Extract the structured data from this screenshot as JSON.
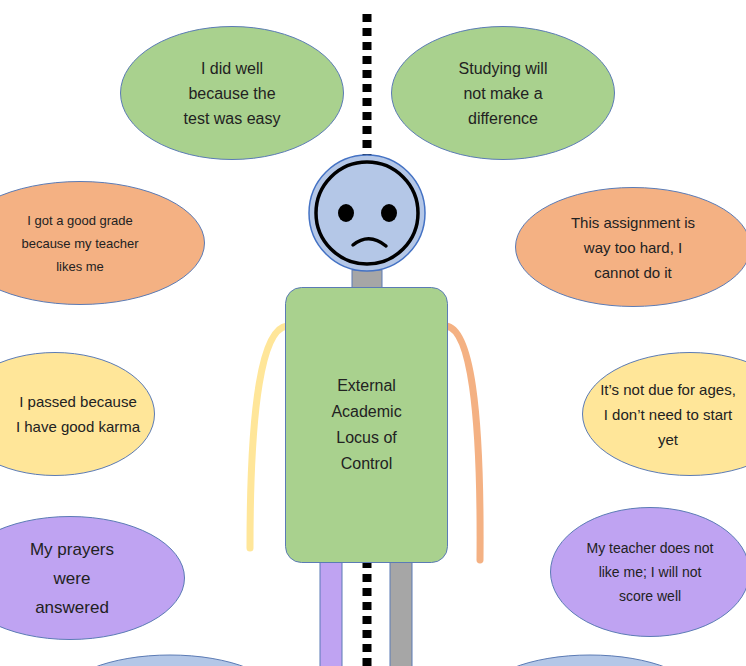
{
  "diagram": {
    "nodes": [
      {
        "text": [
          "I did well because the test was easy"
        ]
      },
      {
        "text": [
          "Studying will not make a difference"
        ]
      },
      {
        "text": [
          "I got a good grade because my teacher likes me"
        ]
      },
      {
        "text": [
          "This assignment is way too hard, I cannot do it"
        ]
      },
      {
        "text": [
          "External Academic Locus of Control"
        ]
      },
      {
        "text": [
          "I passed because I have good karma"
        ]
      },
      {
        "text": [
          "It’s not due for ages, I don’t need to start yet"
        ]
      },
      {
        "text": [
          "My prayers were answered"
        ]
      },
      {
        "text": [
          "My teacher does not like me; I will not score well"
        ]
      }
    ]
  }
}
